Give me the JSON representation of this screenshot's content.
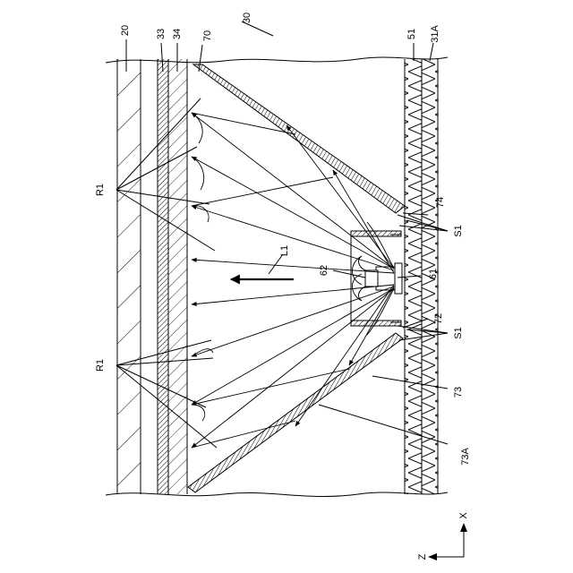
{
  "diagram": {
    "figure_ref": "30",
    "labels": {
      "l20": "20",
      "l33": "33",
      "l34": "34",
      "l70": "70",
      "l51": "51",
      "l31A": "31A",
      "l74": "74",
      "lS1a": "S1",
      "lS1b": "S1",
      "l62": "62",
      "l61": "61",
      "l72": "72",
      "l73": "73",
      "l73A": "73A",
      "lL1": "L1",
      "lR1a": "R1",
      "lR1b": "R1"
    },
    "axes": {
      "x": "X",
      "z": "Z"
    }
  }
}
